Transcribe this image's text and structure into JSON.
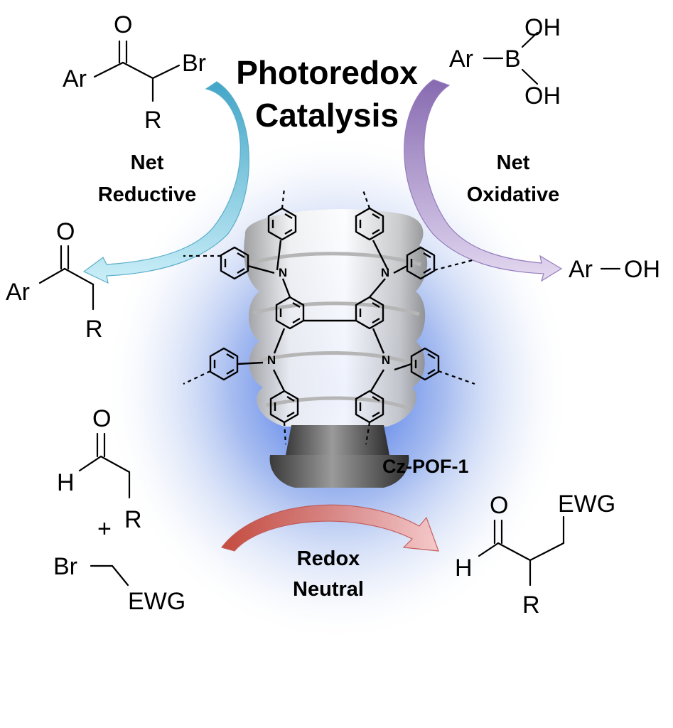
{
  "title": {
    "line1": "Photoredox",
    "line2": "Catalysis"
  },
  "catalyst": {
    "name": "Cz-POF-1",
    "atom_label": "N"
  },
  "pathways": {
    "reductive": {
      "line1": "Net",
      "line2": "Reductive"
    },
    "oxidative": {
      "line1": "Net",
      "line2": "Oxidative"
    },
    "neutral": {
      "line1": "Redox",
      "line2": "Neutral"
    }
  },
  "molecules": {
    "bromoketone": {
      "o": "O",
      "ar": "Ar",
      "br": "Br",
      "r": "R"
    },
    "ketone": {
      "o": "O",
      "ar": "Ar",
      "r": "R"
    },
    "boronic_acid": {
      "ar": "Ar",
      "b": "B",
      "oh1": "OH",
      "oh2": "OH"
    },
    "phenol": {
      "ar": "Ar",
      "oh": "OH"
    },
    "aldehyde": {
      "o": "O",
      "h": "H",
      "r": "R"
    },
    "plus": "+",
    "alkyl_bromide": {
      "br": "Br",
      "ewg": "EWG"
    },
    "product": {
      "o": "O",
      "h": "H",
      "ewg": "EWG",
      "r": "R"
    }
  },
  "colors": {
    "glow": "#6a8fe6",
    "reductive_arrow": "#5ab8d4",
    "oxidative_arrow": "#9d82c2",
    "neutral_arrow": "#d9504f"
  }
}
